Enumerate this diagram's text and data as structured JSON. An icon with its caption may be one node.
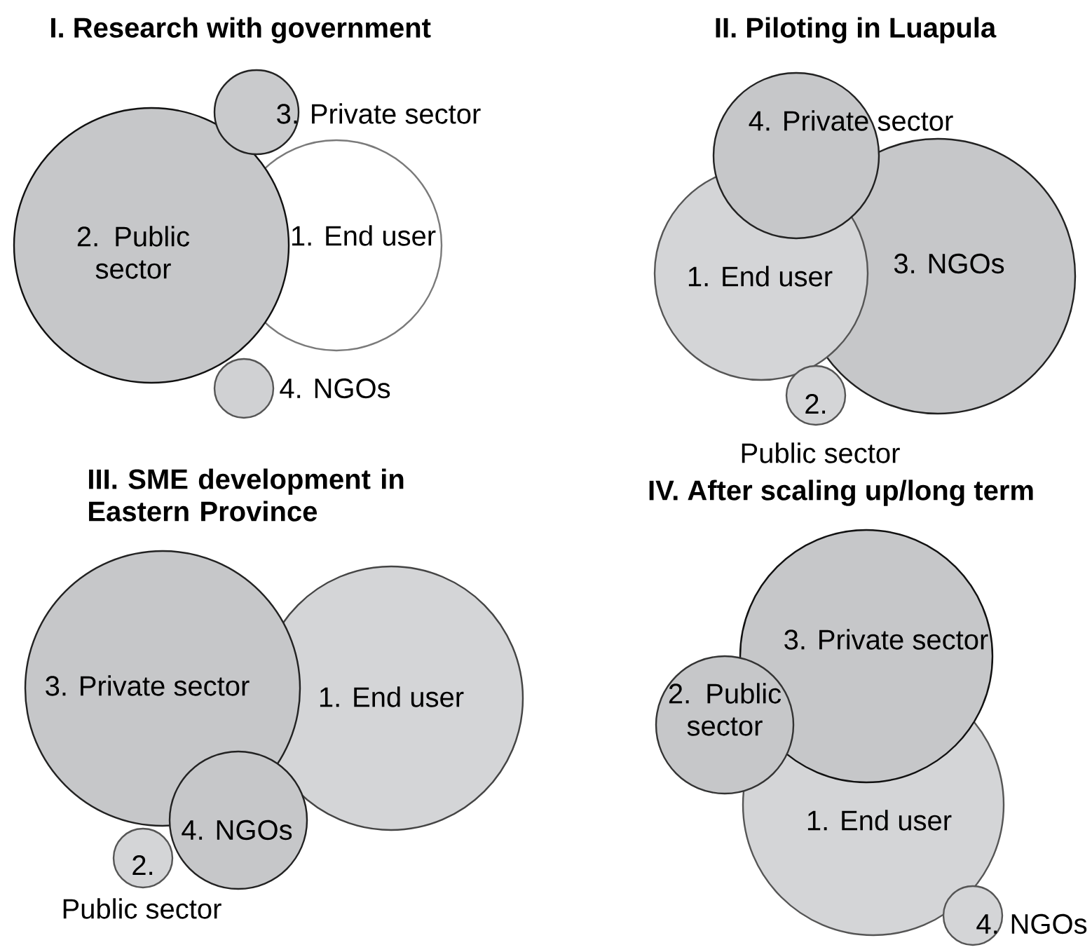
{
  "diagram": {
    "nodes": [
      {
        "text": [
          "3. Private sector"
        ]
      },
      {
        "text": [
          "2. Public sector"
        ]
      },
      {
        "text": [
          "1. End user"
        ]
      },
      {
        "text": [
          "4. NGOs"
        ]
      },
      {
        "text": [
          "4. Private sector"
        ]
      },
      {
        "text": [
          "1. End user"
        ]
      },
      {
        "text": [
          "3. NGOs"
        ]
      },
      {
        "text": [
          "2."
        ],
        "beside": [
          "Public sector"
        ]
      },
      {
        "text": [
          "3. Private sector"
        ]
      },
      {
        "text": [
          "1. End user"
        ]
      },
      {
        "text": [
          "4. NGOs"
        ]
      },
      {
        "text": [
          "2."
        ],
        "beside": [
          "Public sector"
        ]
      },
      {
        "text": [
          "3. Private sector"
        ]
      },
      {
        "text": [
          "2. Public sector"
        ]
      },
      {
        "text": [
          "1. End user"
        ]
      },
      {
        "text": [
          "4. NGOs"
        ]
      }
    ],
    "labels": [
      "I. Research with government",
      "II. Piloting in Luapula",
      "III. SME development in Eastern Province",
      "IV. After scaling up/long term"
    ]
  }
}
